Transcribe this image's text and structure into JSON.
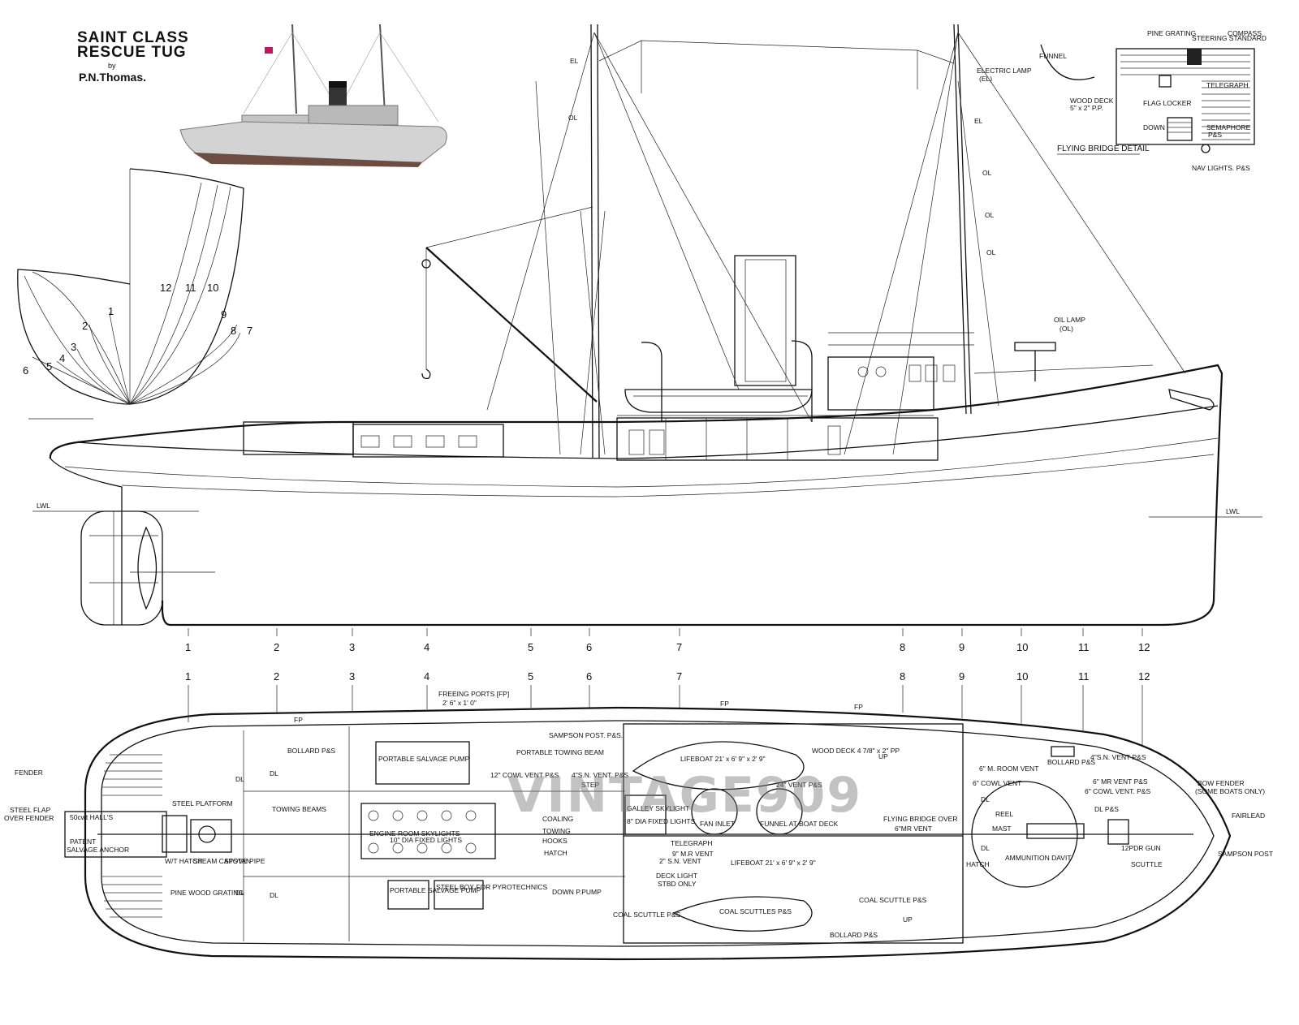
{
  "title": {
    "line1": "SAINT  CLASS",
    "line2": "RESCUE   TUG",
    "by": "by",
    "author": "P.N.Thomas."
  },
  "watermark": "VINTAGE909",
  "body_plan_stations": [
    "1",
    "2",
    "3",
    "4",
    "5",
    "6",
    "7",
    "8",
    "9",
    "10",
    "11",
    "12"
  ],
  "profile": {
    "lwl": "LWL",
    "station_numbers": [
      "1",
      "2",
      "3",
      "4",
      "5",
      "6",
      "7",
      "8",
      "9",
      "10",
      "11",
      "12"
    ],
    "labels": {
      "el_fore": "EL",
      "ol_fore": "OL",
      "electric_lamp": "ELECTRIC LAMP",
      "electric_lamp_abbr": "(EL)",
      "el_main": "EL",
      "ol_main_1": "OL",
      "ol_main_2": "OL",
      "ol_main_3": "OL",
      "oil_lamp": "OIL LAMP",
      "oil_lamp_abbr": "(OL)"
    }
  },
  "flying_bridge": {
    "title": "FLYING BRIDGE DETAIL",
    "labels": {
      "funnel": "FUNNEL",
      "pine_grating": "PINE GRATING",
      "steering_standard": "STEERING STANDARD",
      "compass": "COMPASS",
      "wood_deck": "WOOD DECK",
      "wood_deck_size": "5\" x 2\" P.P.",
      "flag_locker": "FLAG LOCKER",
      "telegraph": "TELEGRAPH",
      "down": "DOWN",
      "semaphore": "SEMAPHORE",
      "ps": "P&S",
      "nav_lights": "NAV LIGHTS. P&S"
    }
  },
  "plan": {
    "station_numbers": [
      "1",
      "2",
      "3",
      "4",
      "5",
      "6",
      "7",
      "8",
      "9",
      "10",
      "11",
      "12"
    ],
    "labels": {
      "freeing_ports": "FREEING PORTS [FP]",
      "freeing_ports_size": "2' 6\" x 1' 0\"",
      "fp_1": "FP",
      "fp_2": "FP",
      "fp_3": "FP",
      "fender": "FENDER",
      "steel_flap": "STEEL FLAP",
      "over_fender": "OVER FENDER",
      "cwt": "50cwt HALL'S",
      "patent": "PATENT",
      "salvage_anchor": "SALVAGE ANCHOR",
      "steel_platform": "STEEL PLATFORM",
      "wt_hatch": "W/T HATCH",
      "steam_capstan": "STEAM CAPSTAN",
      "stove_pipe": "STOVE PIPE",
      "bollard_ps_aft": "BOLLARD P&S",
      "dl_1": "DL",
      "dl_2": "DL",
      "dl_3": "DL",
      "dl_4": "DL",
      "towing_beams": "TOWING BEAMS",
      "portable_salvage_pump": "PORTABLE SALVAGE PUMP",
      "engine_room_skylights": "ENGINE ROOM SKYLIGHTS",
      "fixed_lights": "10\" DIA FIXED LIGHTS",
      "pine_wood_grating": "PINE WOOD GRATING",
      "portable_salvage_pump_2": "PORTABLE SALVAGE PUMP",
      "steel_box": "STEEL BOX FOR PYROTECHNICS",
      "sampson_post": "SAMPSON POST. P&S.",
      "portable_towing_beam": "PORTABLE TOWING BEAM",
      "cowl_vent_12": "12\" COWL VENT P&S",
      "sn_vent_4": "4\"S.N. VENT. P&S",
      "step": "STEP",
      "coaling": "COALING",
      "towing": "TOWING",
      "hooks": "HOOKS",
      "hatch": "HATCH",
      "galley_skylight": "GALLEY SKYLIGHT",
      "fixed_lights_8": "8\" DIA FIXED LIGHTS",
      "fan_inlet": "FAN INLET",
      "vent_24": "24\" VENT P&S",
      "funnel_boat_deck": "FUNNEL AT BOAT DECK",
      "lifeboat_1": "LIFEBOAT 21' x 6' 9\" x 2' 9\"",
      "wood_deck_plan": "WOOD DECK 4 7/8\" x 2\" PP",
      "up_1": "UP",
      "telegraph": "TELEGRAPH",
      "mr_vent_9": "9\" M.R VENT",
      "sn_vent_2": "2\" S.N. VENT",
      "deck_light": "DECK LIGHT",
      "stbd_only": "STBD ONLY",
      "lifeboat_2": "LIFEBOAT 21' x 6' 9\" x 2' 9\"",
      "down_pump": "DOWN P.PUMP",
      "coal_scuttle_ps": "COAL SCUTTLE P&S",
      "coal_scuttles": "COAL SCUTTLES P&S",
      "coal_scuttle_2": "COAL SCUTTLE P&S",
      "up_2": "UP",
      "bollard_ps": "BOLLARD P&S",
      "flying_bridge_over": "FLYING BRIDGE OVER",
      "mr_vent_6": "6\"MR VENT",
      "room_vent": "6\" M. ROOM VENT",
      "cowl_vent_6": "6\" COWL VENT",
      "dl_5": "DL",
      "reel": "REEL",
      "mast": "MAST",
      "dl_6": "DL",
      "hatch_2": "HATCH",
      "ammunition_davit": "AMMUNITION DAVIT",
      "bollard_ps_fwd": "BOLLARD P&S",
      "sn_vent_fwd": "4\"S.N. VENT P&S",
      "mr_vent_ps": "6\" MR VENT P&S",
      "cowl_vent_ps": "6\" COWL VENT. P&S",
      "dl_ps": "DL P&S",
      "gun": "12PDR GUN",
      "scuttle": "SCUTTLE",
      "bow_fender": "BOW FENDER",
      "some_boats": "(SOME BOATS ONLY)",
      "fairlead": "FAIRLEAD",
      "sampson_post_2": "SAMPSON POST"
    }
  }
}
